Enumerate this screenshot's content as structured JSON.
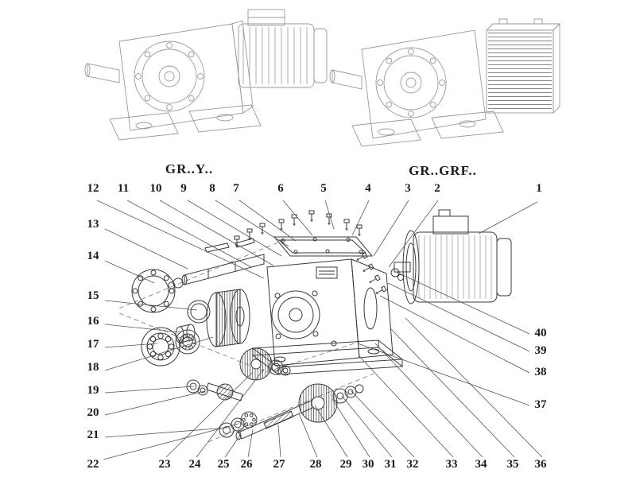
{
  "page": {
    "background": "#ffffff",
    "exploded_line_color": "#3a3a3a",
    "assembled_line_color": "#9a9a9a",
    "label_color": "#1a1a1a"
  },
  "titles": {
    "left": "GR..Y..",
    "right": "GR..GRF.."
  },
  "callouts": [
    "1",
    "2",
    "3",
    "4",
    "5",
    "6",
    "7",
    "8",
    "9",
    "10",
    "11",
    "12",
    "13",
    "14",
    "15",
    "16",
    "17",
    "18",
    "19",
    "20",
    "21",
    "22",
    "23",
    "24",
    "25",
    "26",
    "27",
    "28",
    "29",
    "30",
    "31",
    "32",
    "33",
    "34",
    "35",
    "36",
    "37",
    "38",
    "39",
    "40"
  ]
}
